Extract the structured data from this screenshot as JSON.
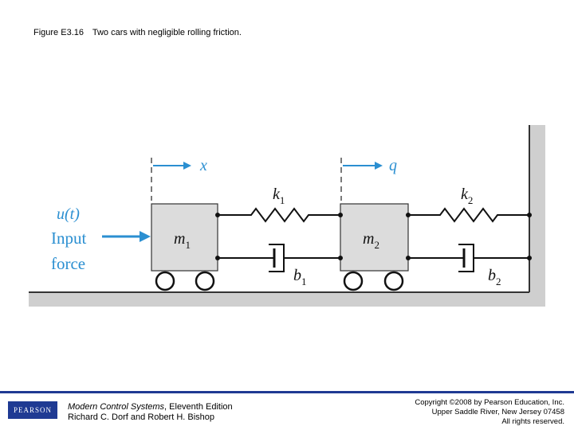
{
  "caption": {
    "figure_number": "Figure E3.16",
    "text": "Two cars with negligible rolling friction."
  },
  "diagram": {
    "labels": {
      "x": "x",
      "q": "q",
      "u_t": "u(t)",
      "input": "Input",
      "force": "force",
      "m1": "m",
      "m1_sub": "1",
      "m2": "m",
      "m2_sub": "2",
      "k1": "k",
      "k1_sub": "1",
      "k2": "k",
      "k2_sub": "2",
      "b1": "b",
      "b1_sub": "1",
      "b2": "b",
      "b2_sub": "2"
    },
    "colors": {
      "accent_blue": "#2b8fd1",
      "cart_fill": "#dcdcdc",
      "ground": "#cfcfcf"
    }
  },
  "footer": {
    "logo_text": "PEARSON",
    "book_title": "Modern Control Systems",
    "book_edition": ", Eleventh Edition",
    "authors": "Richard C. Dorf and Robert H. Bishop",
    "copyright_line1": "Copyright ©2008 by Pearson Education, Inc.",
    "copyright_line2": "Upper Saddle River, New Jersey 07458",
    "copyright_line3": "All rights reserved."
  }
}
